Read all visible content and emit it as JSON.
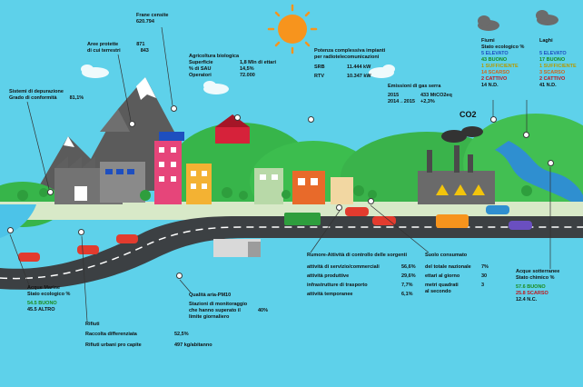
{
  "colors": {
    "sky": "#5ed1ea",
    "ground": "#eef0f0",
    "road": "#3c4043",
    "hill": "#37b54a",
    "sun": "#f7941d"
  },
  "labels": {
    "frane": {
      "title": "Frane censite",
      "value": "620.794"
    },
    "aree": {
      "title": "Aree protette",
      "value1": "871",
      "sub": "di cui terrestri",
      "value2": "843"
    },
    "agricoltura": {
      "title": "Agricoltura biologica",
      "r1k": "Superficie",
      "r1v": "1,8 Mln di ettari",
      "r2k": "% di SAU",
      "r2v": "14,5%",
      "r3k": "Operatori",
      "r3v": "72.000"
    },
    "potenza": {
      "title": "Potenza complessiva impianti",
      "title2": "per radiotelecomunicazioni",
      "r1k": "SRB",
      "r1v": "11.444 kW",
      "r2k": "RTV",
      "r2v": "10.347 kW"
    },
    "emissioni": {
      "title": "Emissioni di gas serra",
      "r1k": "2015",
      "r1v": "433 MtCO2eq",
      "r2k": "2014→2015",
      "r2v": "+2,3%",
      "co2": "CO2"
    },
    "fiumi": {
      "title": "Fiumi",
      "state": "Stato ecologico %",
      "l1": "5 ELEVATO",
      "l2": "43 BUONO",
      "l3": "1 SUFFICIENTE",
      "l4": "14 SCARSO",
      "l5": "2 CATTIVO",
      "l6": "14 N.D."
    },
    "laghi": {
      "title": "Laghi",
      "l1": "5 ELEVATO",
      "l2": "17 BUONO",
      "l3": "1 SUFFICIENTE",
      "l4": "3 SCARSO",
      "l5": "2 CATTIVO",
      "l6": "41 N.D."
    },
    "sistemi": {
      "title": "Sistemi di depurazione",
      "r1k": "Grado di conformità",
      "r1v": "81,1%"
    },
    "marine": {
      "title": "Acque Marine",
      "state": "Stato ecologico %",
      "l1": "54.5 BUONO",
      "l2": "45.5 ALTRO"
    },
    "rifiuti": {
      "title": "Rifiuti",
      "r1k": "Raccolta differenziata",
      "r1v": "52,5%",
      "r2k": "Rifiuti urbani pro capite",
      "r2v": "497 kg/abitanno"
    },
    "aria": {
      "title": "Qualità aria-PM10",
      "t2": "Stazioni di monitoraggio",
      "t3": "che hanno superato il",
      "t4": "limite giornaliero",
      "v": "40%"
    },
    "rumore": {
      "title": "Rumore-Attività di controllo delle sorgenti",
      "r1k": "attività di servizio/commerciali",
      "r1v": "56,6%",
      "r2k": "attività produttive",
      "r2v": "29,6%",
      "r3k": "infrastrutture di trasporto",
      "r3v": "7,7%",
      "r4k": "attività temporanee",
      "r4v": "6,1%"
    },
    "suolo": {
      "title": "Suolo consumato",
      "r1k": "del totale nazionale",
      "r1v": "7%",
      "r2k": "ettari al giorno",
      "r2v": "30",
      "r3k": "metri quadrati",
      "r3k2": "al secondo",
      "r3v": "3"
    },
    "sotterranee": {
      "title": "Acque sotterranee",
      "state": "Stato chimico %",
      "l1": "57.6 BUONO",
      "l2": "25.8 SCARSO",
      "l3": "12.4 N.C."
    }
  }
}
